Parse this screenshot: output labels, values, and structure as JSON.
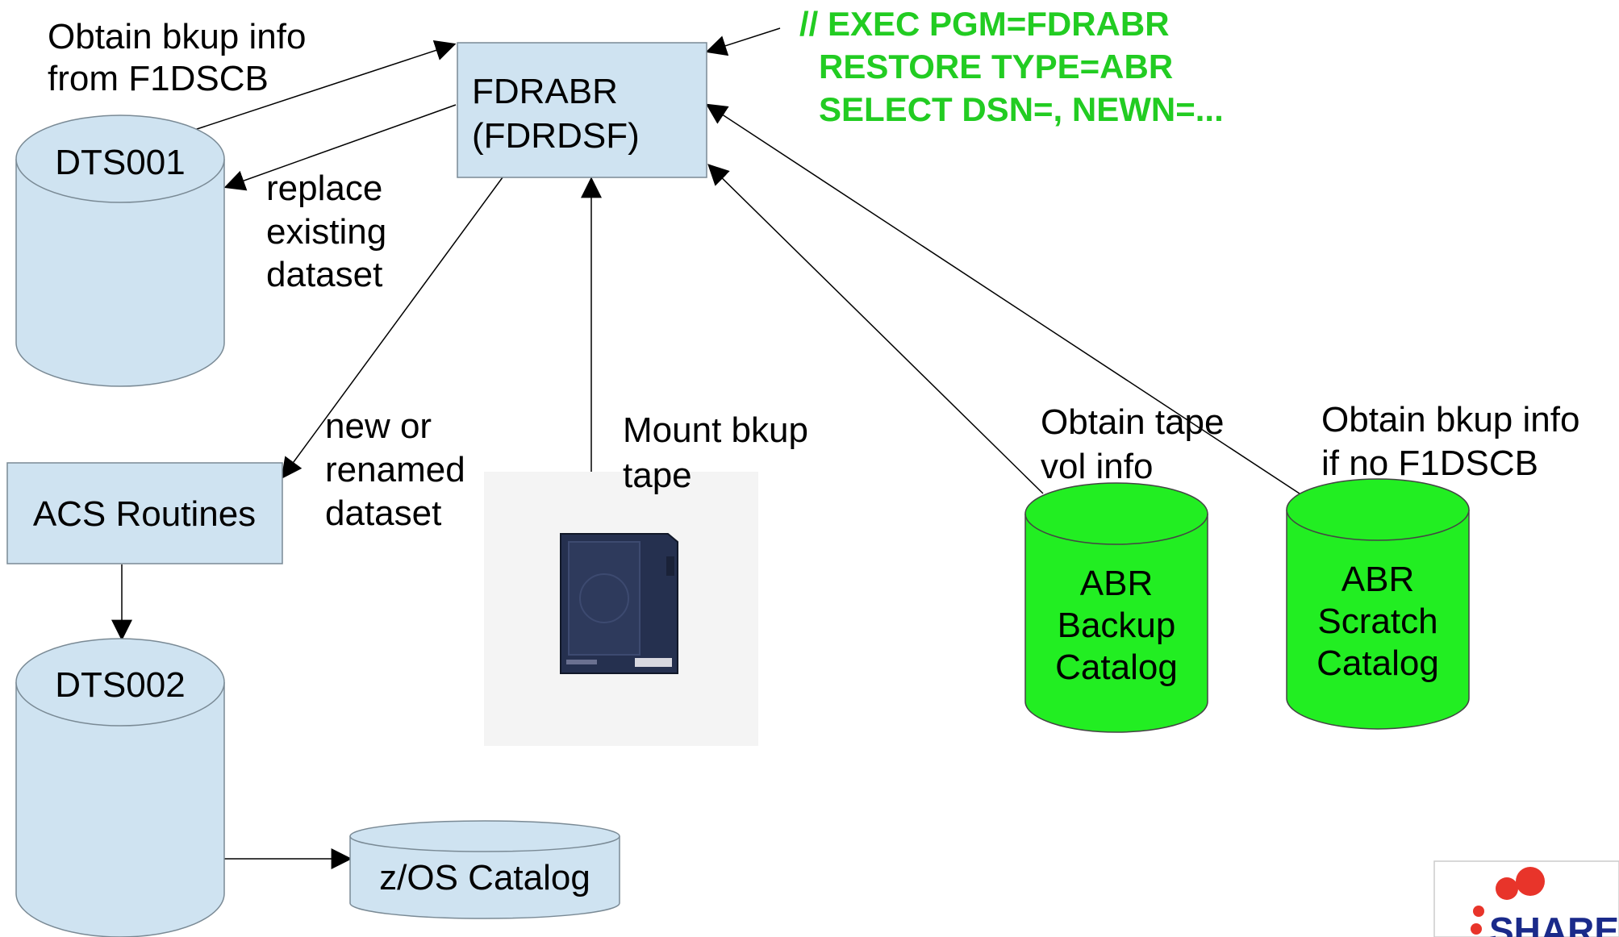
{
  "jcl": {
    "line1": "// EXEC PGM=FDRABR",
    "line2": "RESTORE TYPE=ABR",
    "line3": "SELECT DSN=, NEWN=..."
  },
  "fdrabr_box": {
    "line1": "FDRABR",
    "line2": "(FDRDSF)"
  },
  "acs_box": {
    "label": "ACS Routines"
  },
  "dts001": {
    "label": "DTS001"
  },
  "dts002": {
    "label": "DTS002"
  },
  "zos_catalog": {
    "label": "z/OS Catalog"
  },
  "backup_catalog": {
    "line1": "ABR",
    "line2": "Backup",
    "line3": "Catalog"
  },
  "scratch_catalog": {
    "line1": "ABR",
    "line2": "Scratch",
    "line3": "Catalog"
  },
  "annotations": {
    "obtain_f1dscb": {
      "line1": "Obtain bkup info",
      "line2": "from F1DSCB"
    },
    "replace": {
      "line1": "replace",
      "line2": "existing",
      "line3": "dataset"
    },
    "new_renamed": {
      "line1": "new or",
      "line2": "renamed",
      "line3": "dataset"
    },
    "mount": {
      "line1": "Mount bkup",
      "line2": "tape"
    },
    "tape_vol": {
      "line1": "Obtain tape",
      "line2": "vol info"
    },
    "no_f1dscb": {
      "line1": "Obtain bkup info",
      "line2": "if no F1DSCB"
    }
  },
  "logo": {
    "text": "SHARE"
  },
  "colors": {
    "box_fill": "#cfe3f1",
    "catalog_fill": "#22ee22",
    "jcl_text": "#22cc22"
  }
}
